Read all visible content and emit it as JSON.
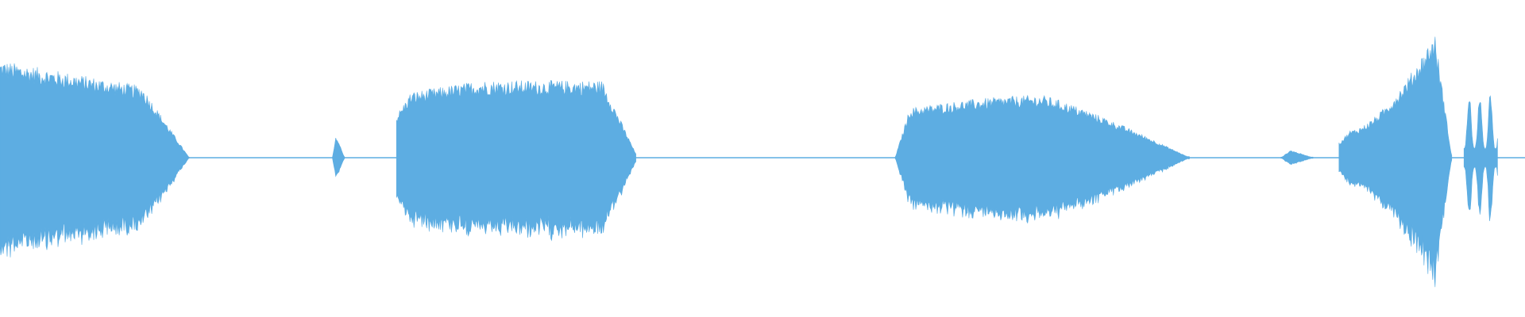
{
  "waveform": {
    "color": "#5dade2",
    "background": "#ffffff",
    "duration_fraction_note": "",
    "segments": [
      {
        "name": "segment-1",
        "start": 0.0,
        "end": 0.124,
        "peak": 0.78,
        "shape": "decay"
      },
      {
        "name": "segment-2",
        "start": 0.218,
        "end": 0.226,
        "peak": 0.18,
        "shape": "blip"
      },
      {
        "name": "segment-3",
        "start": 0.26,
        "end": 0.417,
        "peak": 0.62,
        "shape": "plateau"
      },
      {
        "name": "segment-4",
        "start": 0.587,
        "end": 0.78,
        "peak": 0.5,
        "shape": "rise-fall"
      },
      {
        "name": "segment-5",
        "start": 0.84,
        "end": 0.861,
        "peak": 0.06,
        "shape": "blip"
      },
      {
        "name": "segment-6",
        "start": 0.878,
        "end": 0.952,
        "peak": 1.0,
        "shape": "swell"
      },
      {
        "name": "segment-7",
        "start": 0.96,
        "end": 0.982,
        "peak": 0.52,
        "shape": "pulses"
      }
    ]
  }
}
